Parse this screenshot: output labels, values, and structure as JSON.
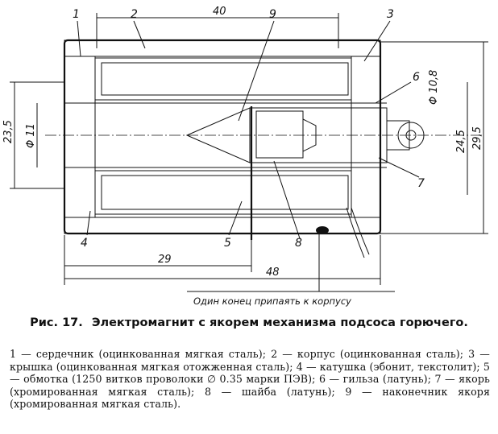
{
  "figure": {
    "part_labels": [
      "1",
      "2",
      "9",
      "3",
      "6",
      "7",
      "4",
      "5",
      "8"
    ],
    "dimensions": {
      "top_length": "40",
      "left_height": "23,5",
      "left_diameter": "Φ 11",
      "right_diameter": "Φ 10,8",
      "right_inner": "24,5",
      "right_outer": "29,5",
      "bottom_short": "29",
      "bottom_long": "48"
    },
    "solder_note": "Один конец припаять к корпусу"
  },
  "caption": {
    "fig_label": "Рис. 17.",
    "title": "Электромагнит с якорем механизма подсоса горючего."
  },
  "legend": "1 — сердечник (оцинкованная мягкая сталь); 2 — корпус (оцинкованная сталь); 3 — крышка (оцинкованная мягкая отожженная сталь); 4 — катушка (эбонит, текстолит); 5 — обмотка (1250 витков проволоки ∅ 0.35 марки ПЭВ); 6 — гильза (латунь); 7 — якорь (хромированная мягкая сталь); 8 — шайба (латунь); 9 — наконечник якоря (хромированная мягкая сталь).",
  "colors": {
    "ink": "#111111",
    "paper": "#ffffff",
    "hatch": "#444444"
  }
}
